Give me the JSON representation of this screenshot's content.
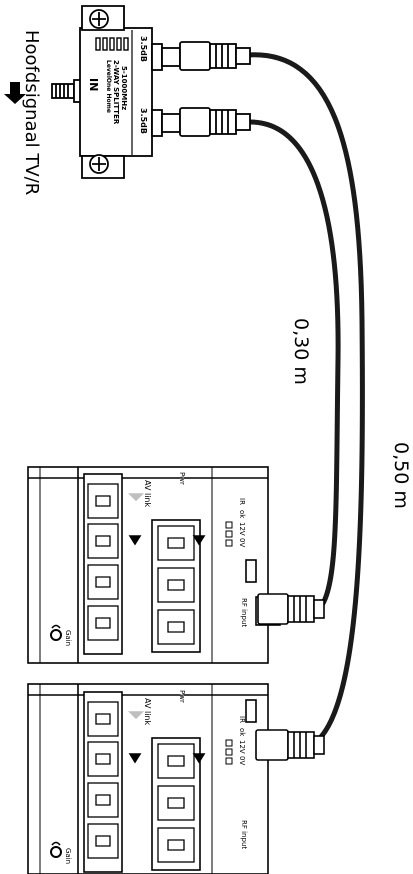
{
  "splitter": {
    "brand": "LevelOne Home",
    "model": "2-WAY SPLITTER",
    "freq": "5-1000MHz",
    "in_label": "IN",
    "out1_db": "3.5dB",
    "out2_db": "3.5dB"
  },
  "main_signal_label": "Hoofdsignaal TV/R",
  "cable_lengths": {
    "short": "0,30 m",
    "long": "0,50 m"
  },
  "devices": [
    {
      "pwr_label": "Pwr",
      "av_link_label": "AV link",
      "ir_label": "IR",
      "ok_label": "ok",
      "v12_label": "12V",
      "v0_label": "0V",
      "rf_label": "RF input",
      "gain_label": "Gain"
    },
    {
      "pwr_label": "Pwr",
      "av_link_label": "AV link",
      "ir_label": "IR",
      "ok_label": "ok",
      "v12_label": "12V",
      "v0_label": "0V",
      "rf_label": "RF input",
      "gain_label": "Gain"
    }
  ],
  "colors": {
    "ink": "#000000",
    "cable": "#1a1a1a",
    "led": "#bfbfbf",
    "background": "#ffffff"
  }
}
